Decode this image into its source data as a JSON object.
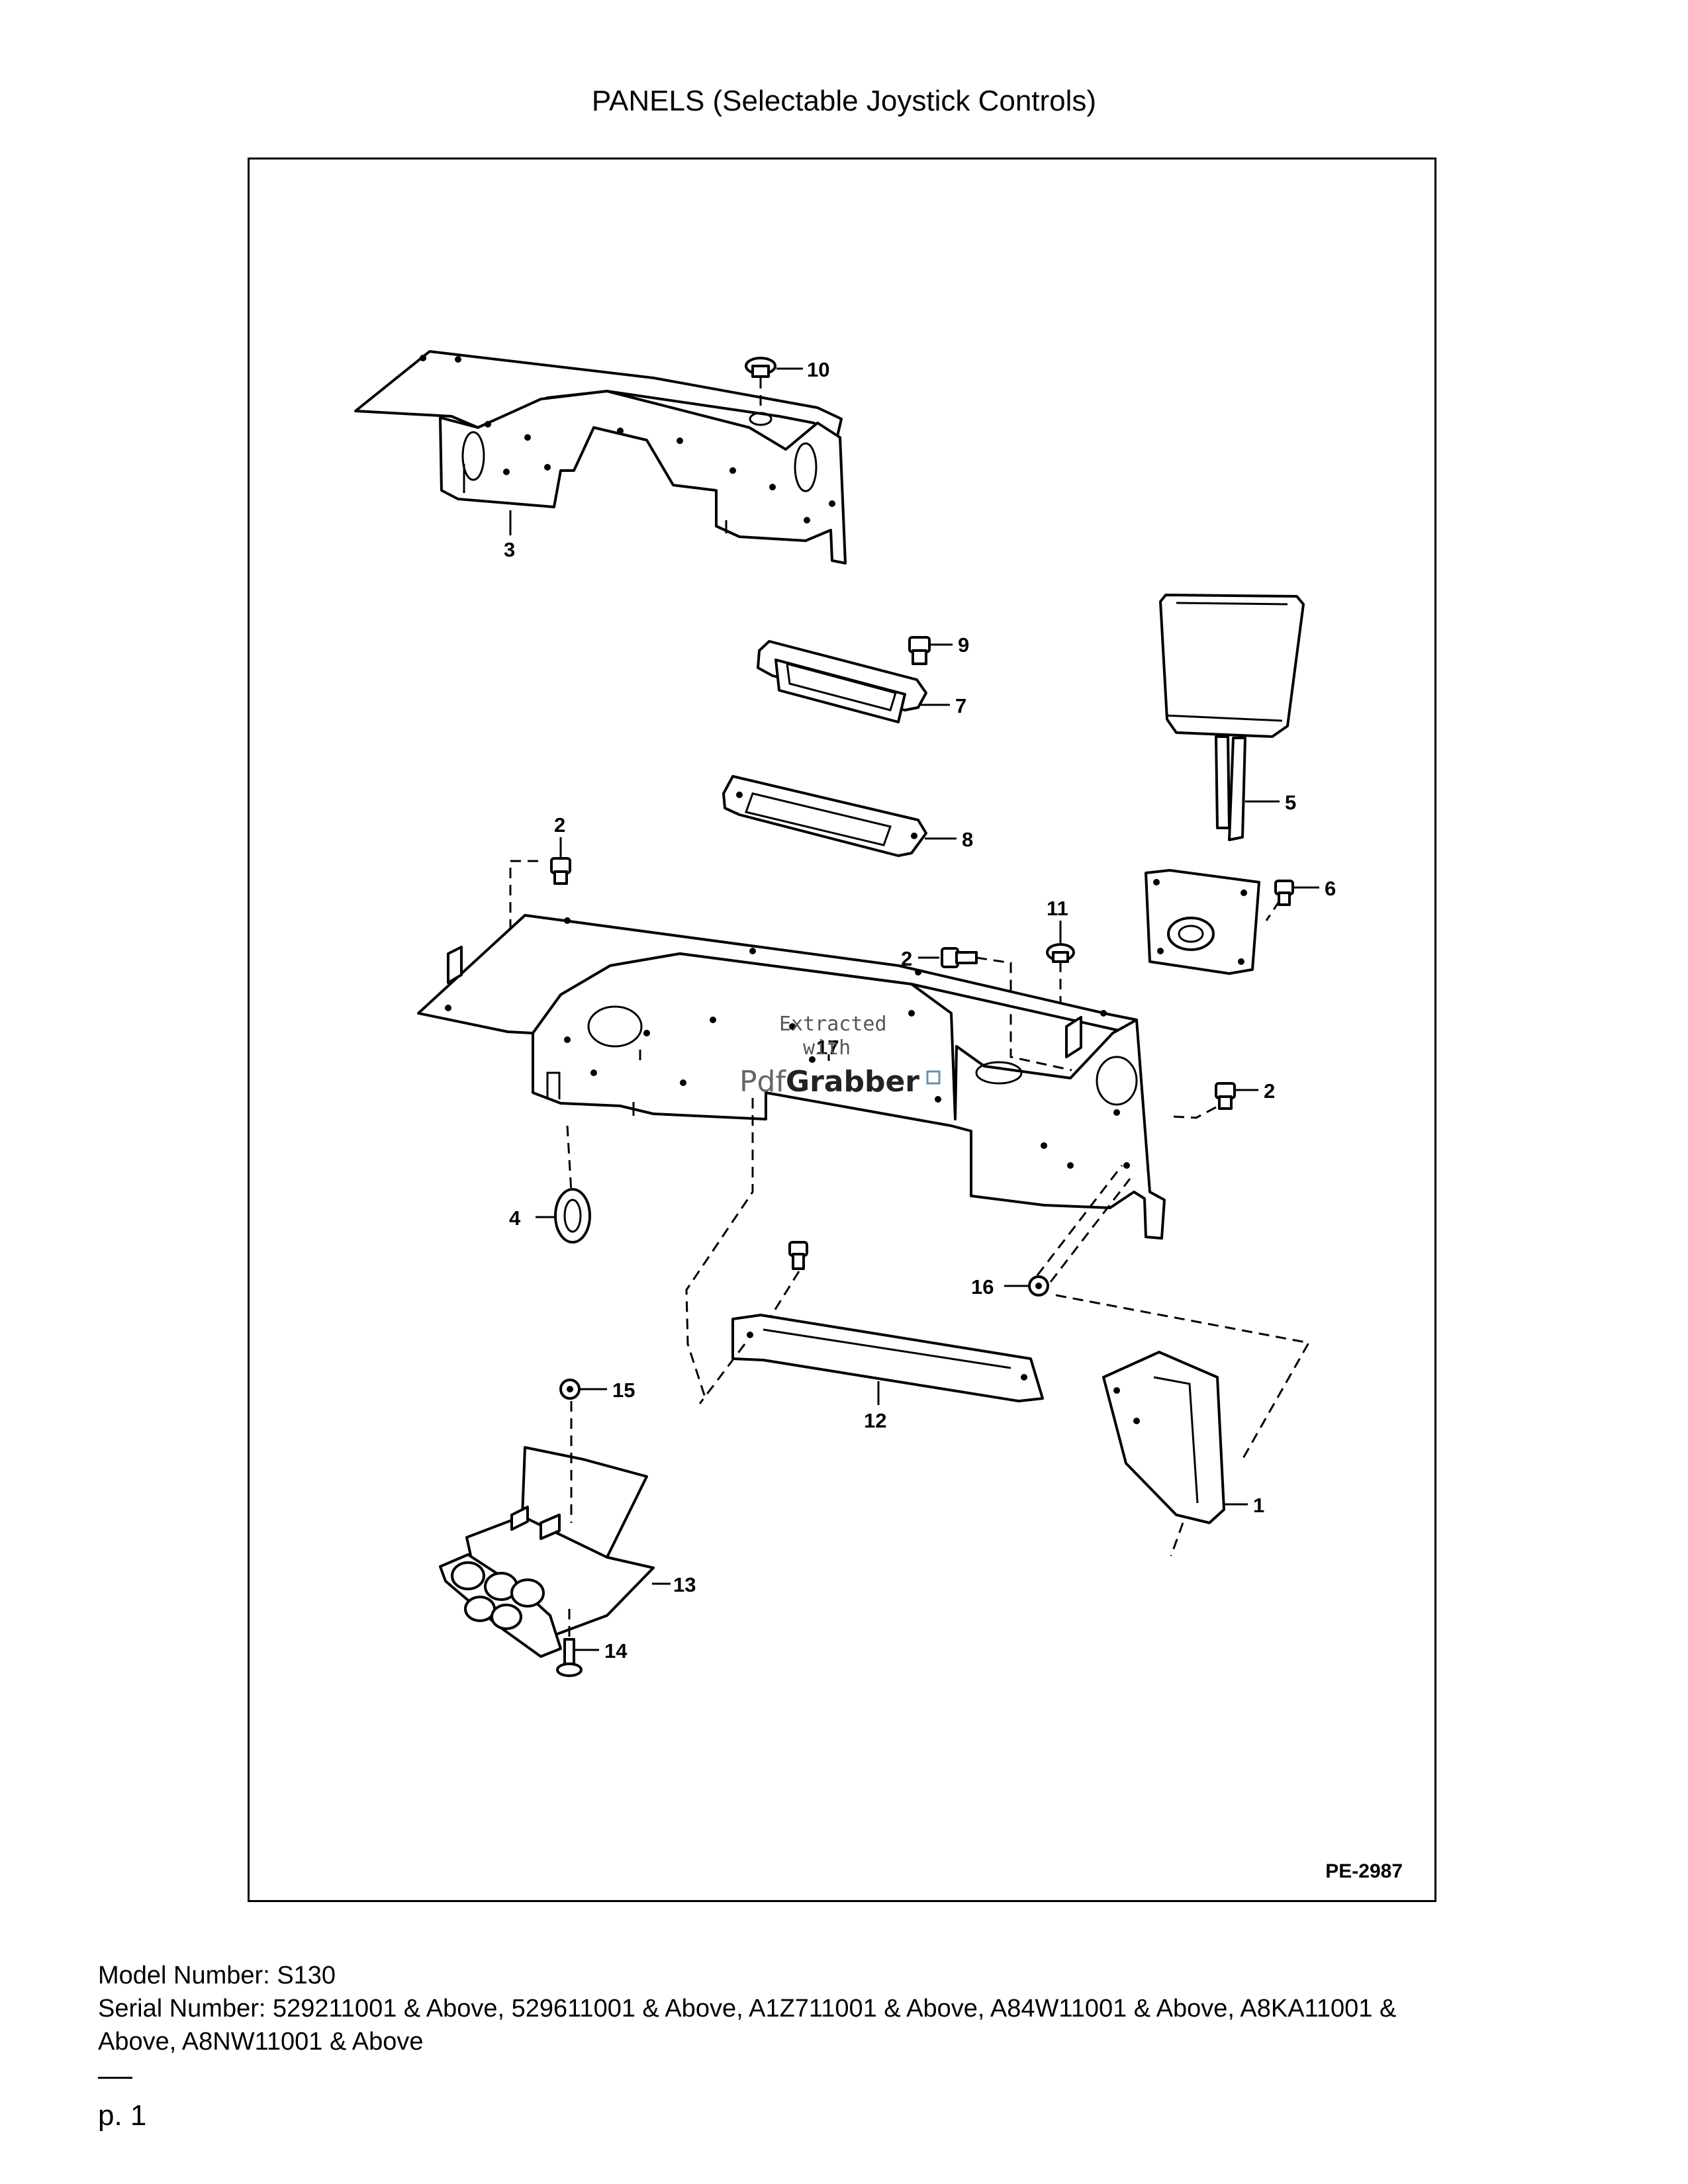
{
  "title": "PANELS (Selectable Joystick Controls)",
  "drawing_code": "PE-2987",
  "callouts": {
    "c1": "1",
    "c2a": "2",
    "c2b": "2",
    "c2c": "2",
    "c3": "3",
    "c4": "4",
    "c5": "5",
    "c6": "6",
    "c7": "7",
    "c8": "8",
    "c9": "9",
    "c10": "10",
    "c11": "11",
    "c12": "12",
    "c13": "13",
    "c14": "14",
    "c15": "15",
    "c16": "16",
    "c17": "17"
  },
  "watermark": {
    "line1": "Extracted",
    "line2": "with",
    "logo_pdf": "Pdf",
    "logo_grabber": "Grabber"
  },
  "footer": {
    "model_line": "Model Number: S130",
    "serial_line_1": "Serial Number: 529211001 & Above, 529611001 & Above, A1Z711001 & Above, A84W11001 & Above, A8KA11001 &",
    "serial_line_2": "Above, A8NW11001 & Above"
  },
  "page_number": "p. 1"
}
